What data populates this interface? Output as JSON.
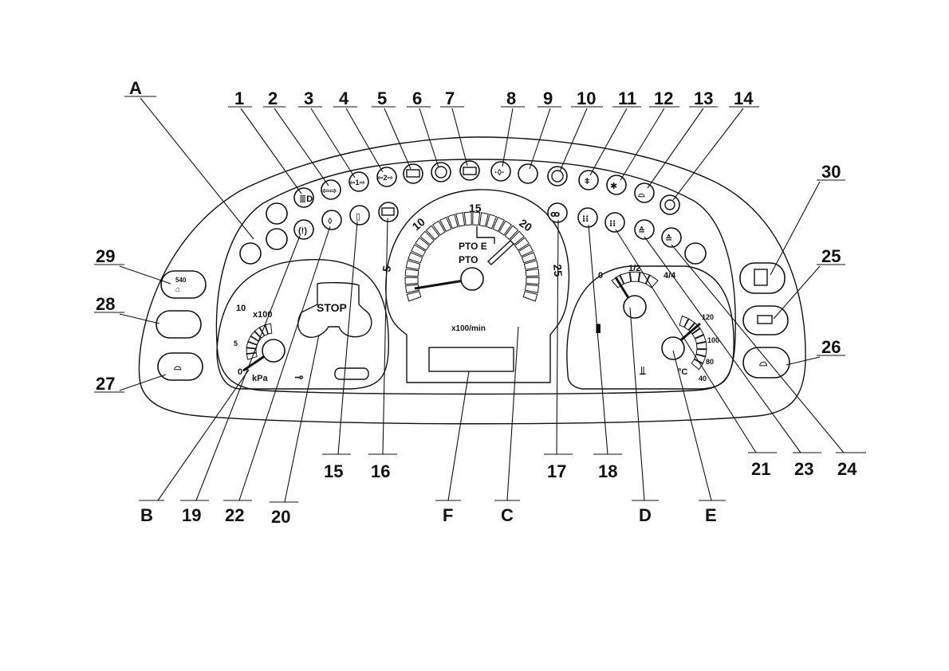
{
  "callouts": {
    "A": "A",
    "B": "B",
    "C": "C",
    "D": "D",
    "E": "E",
    "F": "F",
    "n1": "1",
    "n2": "2",
    "n3": "3",
    "n4": "4",
    "n5": "5",
    "n6": "6",
    "n7": "7",
    "n8": "8",
    "n9": "9",
    "n10": "10",
    "n11": "11",
    "n12": "12",
    "n13": "13",
    "n14": "14",
    "n15": "15",
    "n16": "16",
    "n17": "17",
    "n18": "18",
    "n19": "19",
    "n20": "20",
    "n21": "21",
    "n22": "22",
    "n23": "23",
    "n24": "24",
    "n25": "25",
    "n26": "26",
    "n27": "27",
    "n28": "28",
    "n29": "29",
    "n30": "30"
  },
  "tachometer": {
    "ticks": [
      "5",
      "10",
      "15",
      "20",
      "25"
    ],
    "pto_e": "PTO E",
    "pto": "PTO",
    "unit": "x100/min"
  },
  "pressure_gauge": {
    "ticks": [
      "10",
      "5",
      "0"
    ],
    "multiplier": "x100",
    "unit": "kPa",
    "stop": "STOP"
  },
  "fuel_gauge": {
    "ticks": [
      "0",
      "1/2",
      "4/4"
    ]
  },
  "temp_gauge": {
    "ticks": [
      "120",
      "100",
      "80",
      "40"
    ],
    "unit": "°C"
  },
  "button_29": {
    "label": "540"
  }
}
